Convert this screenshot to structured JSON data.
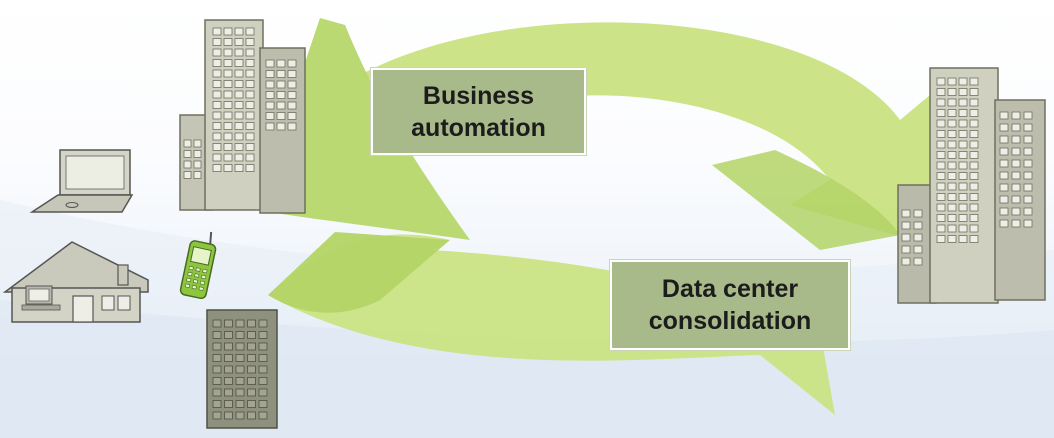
{
  "labels": {
    "business_automation": [
      "Business",
      "automation"
    ],
    "data_center_consolidation": [
      "Data center",
      "consolidation"
    ]
  },
  "icons": [
    "laptop-icon",
    "house-icon",
    "mobile-phone-icon",
    "office-building-icon",
    "tall-building-icon",
    "data-center-building-icon"
  ],
  "colors": {
    "arrow_green": "#bdd86f",
    "arrow_green_dark": "#9fc34a",
    "building_fill": "#c7c8b8",
    "building_stroke": "#6f705f",
    "label_fill": "#a8ba8a",
    "phone_green": "#8cc63f"
  }
}
